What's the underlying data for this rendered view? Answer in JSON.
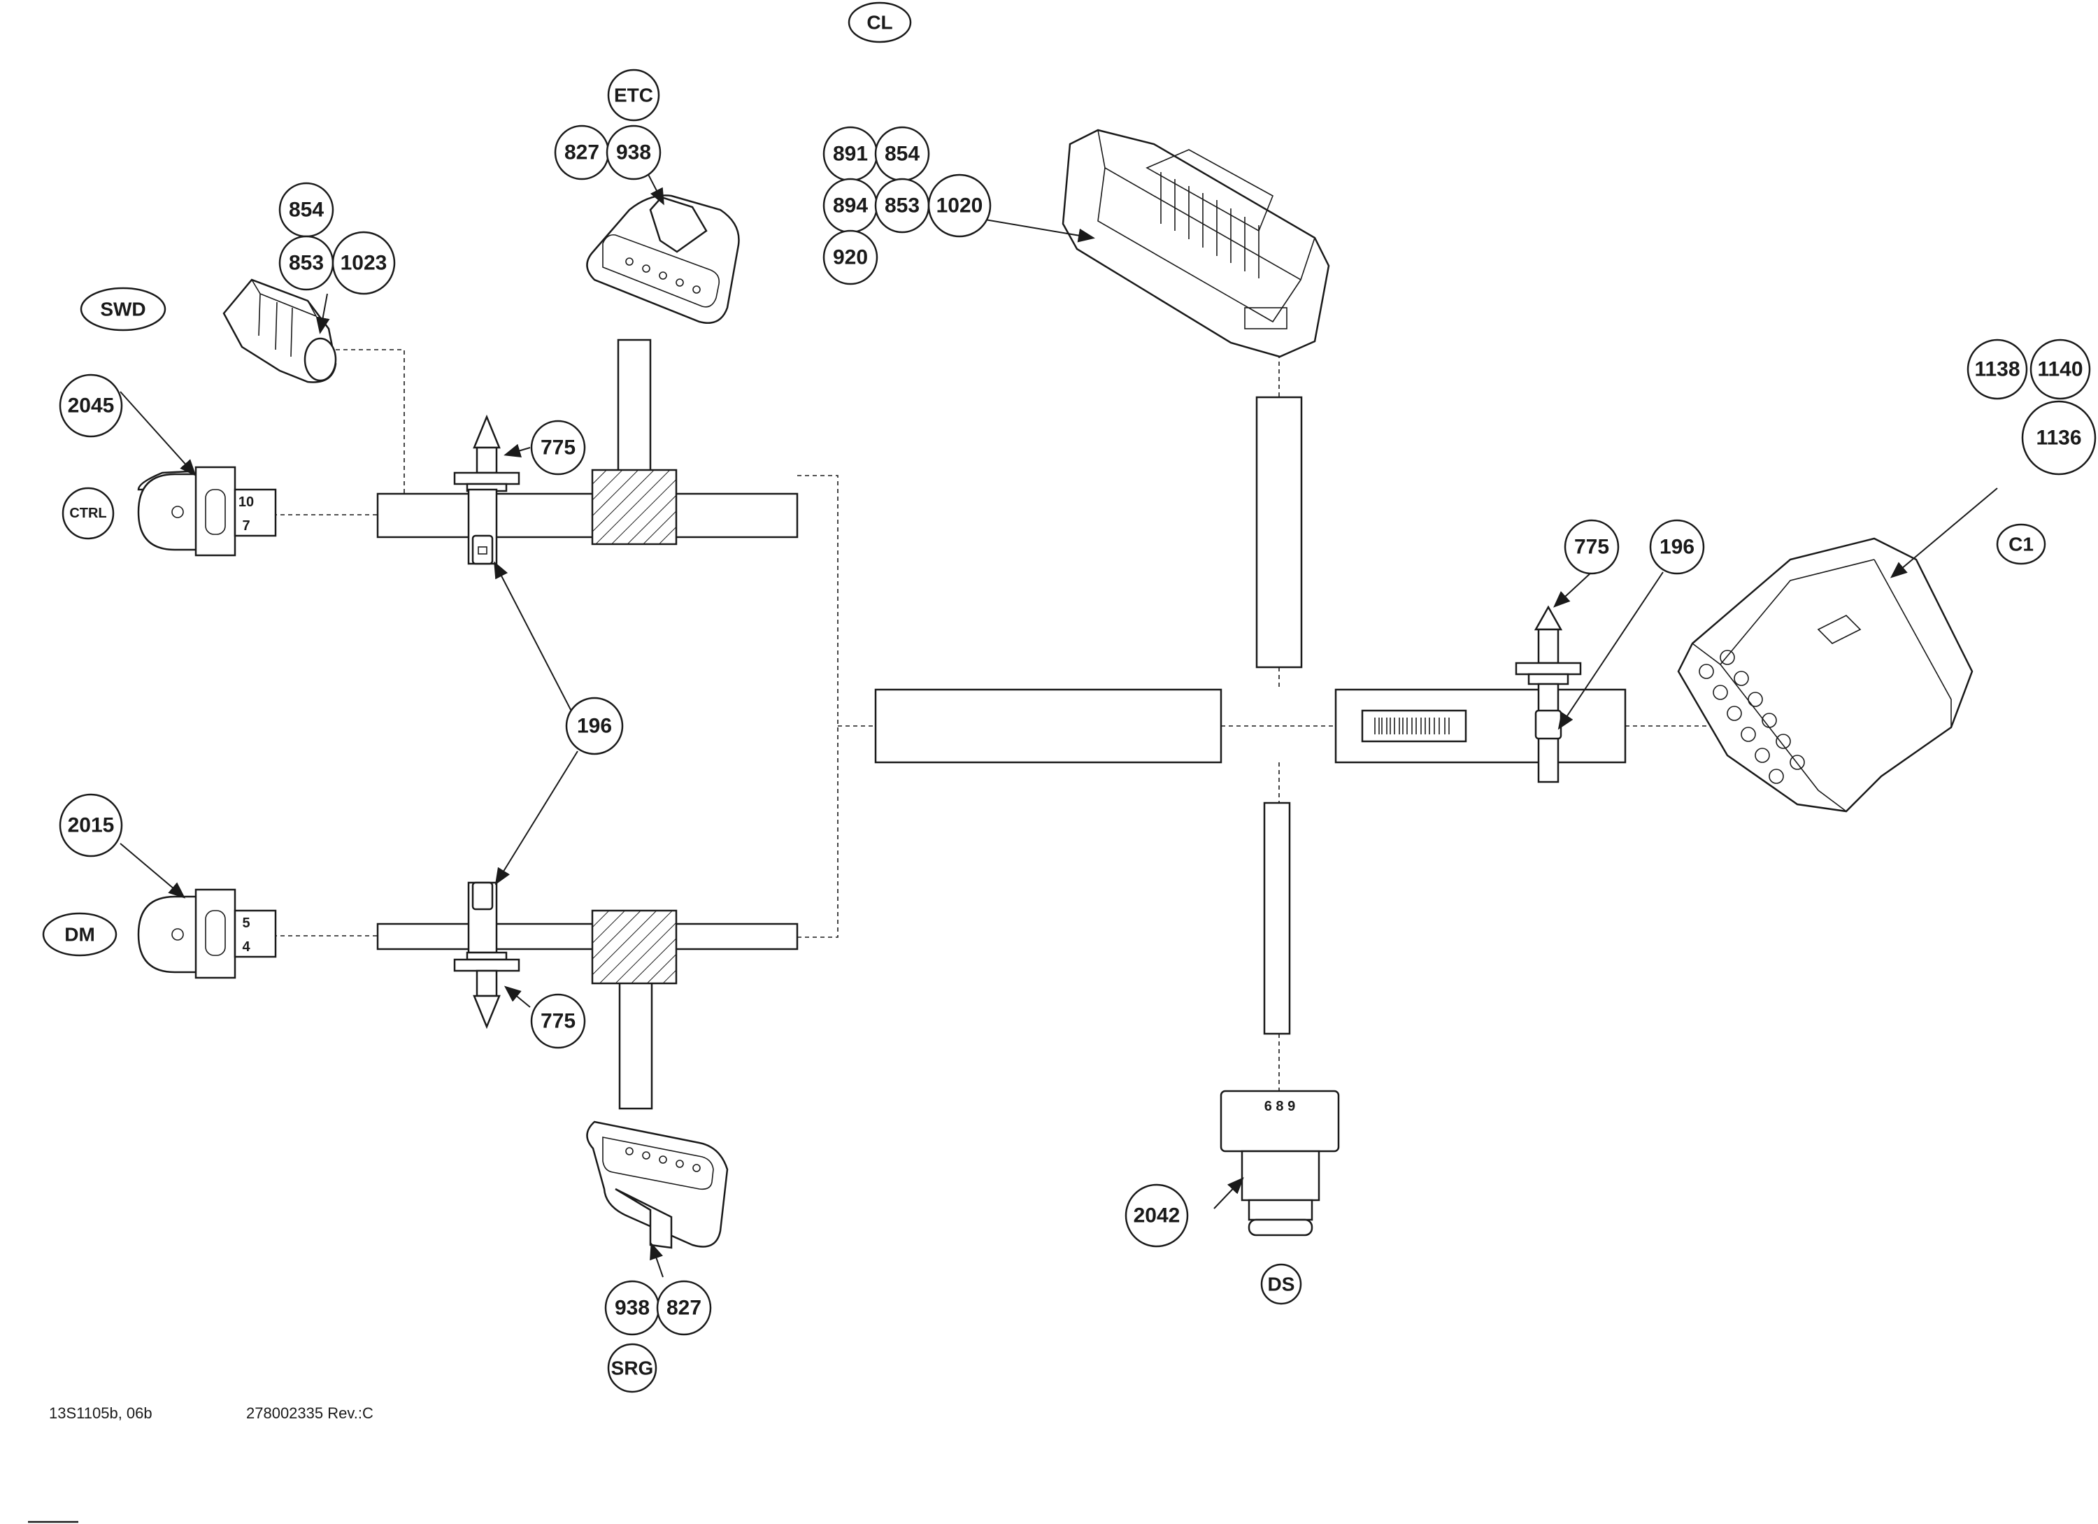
{
  "callouts": {
    "cl": "CL",
    "etc": "ETC",
    "swd": "SWD",
    "ctrl": "CTRL",
    "dm": "DM",
    "srg": "SRG",
    "ds": "DS",
    "c1": "C1"
  },
  "parts": {
    "p827": "827",
    "p938": "938",
    "p854": "854",
    "p853": "853",
    "p1023": "1023",
    "p891": "891",
    "p894": "894",
    "p920": "920",
    "p1020": "1020",
    "p2045": "2045",
    "p2015": "2015",
    "p775": "775",
    "p196": "196",
    "p2042": "2042",
    "p1138": "1138",
    "p1140": "1140",
    "p1136": "1136"
  },
  "connector_labels": {
    "ctrl_pins": [
      "10",
      "7"
    ],
    "dm_pins": [
      "5",
      "4"
    ],
    "ds_pins": "6 8 9"
  },
  "footer": {
    "left": "13S1105b, 06b",
    "right": "278002335 Rev.:C"
  }
}
